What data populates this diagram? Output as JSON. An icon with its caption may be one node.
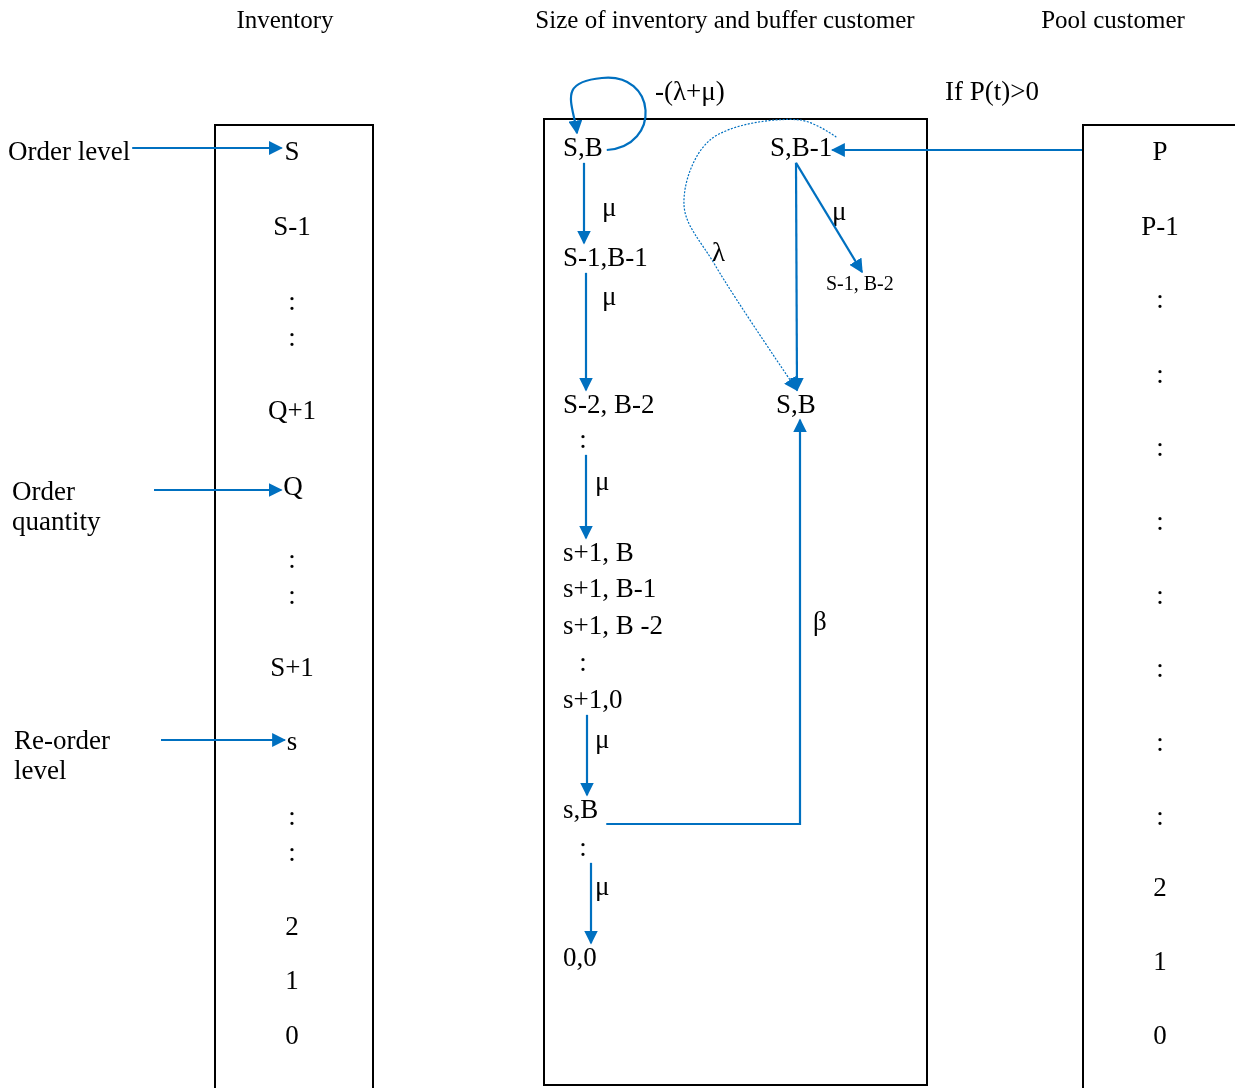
{
  "diagram": {
    "nodes": [
      {
        "text": [
          "Inventory"
        ]
      },
      {
        "text": [
          "S"
        ],
        "in": 0
      },
      {
        "text": [
          "S-1"
        ],
        "in": 0
      },
      {
        "text": [
          ":"
        ],
        "in": 0
      },
      {
        "text": [
          ":"
        ],
        "in": 0
      },
      {
        "text": [
          "Q+1"
        ],
        "in": 0
      },
      {
        "text": [
          "Q"
        ],
        "in": 0
      },
      {
        "text": [
          ":"
        ],
        "in": 0
      },
      {
        "text": [
          ":"
        ],
        "in": 0
      },
      {
        "text": [
          "S+1"
        ],
        "in": 0
      },
      {
        "text": [
          "s"
        ],
        "in": 0
      },
      {
        "text": [
          ":"
        ],
        "in": 0
      },
      {
        "text": [
          ":"
        ],
        "in": 0
      },
      {
        "text": [
          "2"
        ],
        "in": 0
      },
      {
        "text": [
          "1"
        ],
        "in": 0
      },
      {
        "text": [
          "0"
        ],
        "in": 0
      },
      {
        "text": [
          "Size of inventory and buffer customer"
        ]
      },
      {
        "text": [
          "S,B"
        ],
        "in": 16
      },
      {
        "text": [
          "S-1,B-1"
        ],
        "in": 16
      },
      {
        "text": [
          "S-2, B-2"
        ],
        "in": 16
      },
      {
        "text": [
          ":"
        ],
        "in": 16
      },
      {
        "text": [
          "s+1, B"
        ],
        "in": 16
      },
      {
        "text": [
          "s+1, B-1"
        ],
        "in": 16
      },
      {
        "text": [
          "s+1, B -2"
        ],
        "in": 16
      },
      {
        "text": [
          ":"
        ],
        "in": 16
      },
      {
        "text": [
          "s+1,0"
        ],
        "in": 16
      },
      {
        "text": [
          "s,B"
        ],
        "in": 16
      },
      {
        "text": [
          ":"
        ],
        "in": 16
      },
      {
        "text": [
          "0,0"
        ],
        "in": 16
      },
      {
        "text": [
          "S,B-1"
        ],
        "in": 16
      },
      {
        "text": [
          "S-1, B-2"
        ],
        "in": 16
      },
      {
        "text": [
          "S,B"
        ],
        "in": 16
      },
      {
        "text": [
          "Pool customer"
        ]
      },
      {
        "text": [
          "P"
        ],
        "in": 32
      },
      {
        "text": [
          "P-1"
        ],
        "in": 32
      },
      {
        "text": [
          ":"
        ],
        "in": 32
      },
      {
        "text": [
          ":"
        ],
        "in": 32
      },
      {
        "text": [
          ":"
        ],
        "in": 32
      },
      {
        "text": [
          ":"
        ],
        "in": 32
      },
      {
        "text": [
          ":"
        ],
        "in": 32
      },
      {
        "text": [
          ":"
        ],
        "in": 32
      },
      {
        "text": [
          ":"
        ],
        "in": 32
      },
      {
        "text": [
          ":"
        ],
        "in": 32
      },
      {
        "text": [
          "2"
        ],
        "in": 32
      },
      {
        "text": [
          "1"
        ],
        "in": 32
      },
      {
        "text": [
          "0"
        ],
        "in": 32
      },
      {
        "text": [
          "Order level"
        ]
      },
      {
        "text": [
          "Order quantity"
        ]
      },
      {
        "text": [
          "Re-order level"
        ]
      }
    ],
    "edges": [
      {
        "from": 46,
        "to": 1,
        "arrow": "to"
      },
      {
        "from": 47,
        "to": 6,
        "arrow": "to"
      },
      {
        "from": 48,
        "to": 10,
        "arrow": "to"
      },
      {
        "from": 17,
        "to": 17,
        "arrow": "to",
        "label": "-(λ+μ)"
      },
      {
        "from": 17,
        "to": 18,
        "arrow": "to",
        "label": "μ"
      },
      {
        "from": 18,
        "to": 19,
        "arrow": "to",
        "label": "μ"
      },
      {
        "from": 20,
        "to": 21,
        "arrow": "to",
        "label": "μ"
      },
      {
        "from": 25,
        "to": 26,
        "arrow": "to",
        "label": "μ"
      },
      {
        "from": 27,
        "to": 28,
        "arrow": "to",
        "label": "μ"
      },
      {
        "from": 26,
        "to": 31,
        "arrow": "to",
        "label": "β"
      },
      {
        "from": 29,
        "to": 31,
        "arrow": "to"
      },
      {
        "from": 29,
        "to": 30,
        "arrow": "to",
        "label": "μ"
      },
      {
        "from": 29,
        "to": 31,
        "arrow": "to",
        "label": "λ",
        "style": "dashed"
      },
      {
        "from": 32,
        "to": 29,
        "arrow": "to",
        "label": "If P(t)>0"
      }
    ]
  }
}
